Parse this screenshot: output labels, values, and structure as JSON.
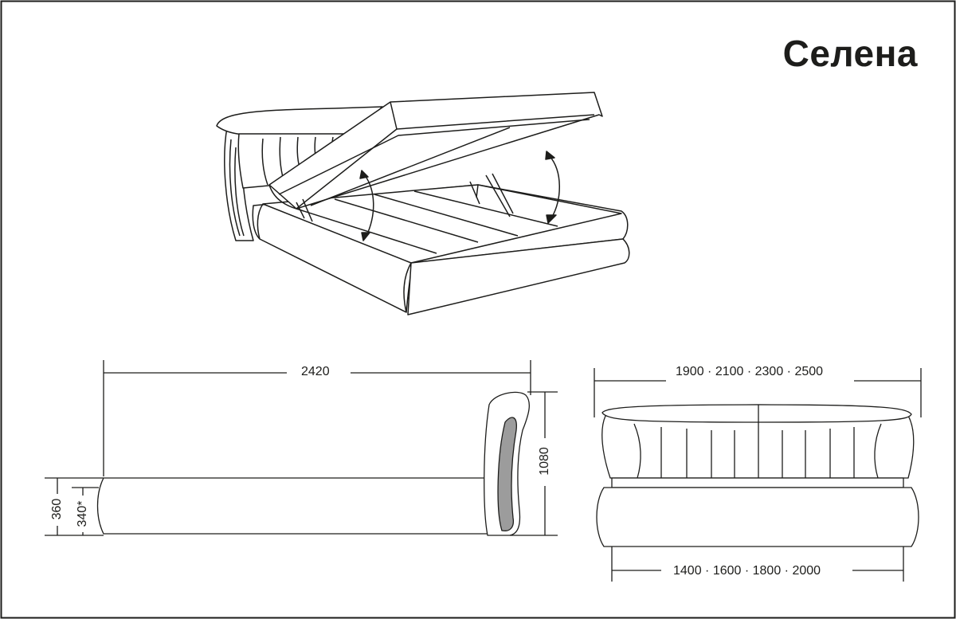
{
  "title": "Селена",
  "dimensions": {
    "side_length": "2420",
    "headboard_height": "1080",
    "bed_height": "360",
    "base_height": "340*",
    "front_width_top": "1900 · 2100 · 2300 · 2500",
    "front_width_bottom": "1400 · 1600 · 1800 · 2000"
  },
  "colors": {
    "line": "#1d1d1b",
    "fill": "#ffffff",
    "insert": "#9c9c9c"
  }
}
